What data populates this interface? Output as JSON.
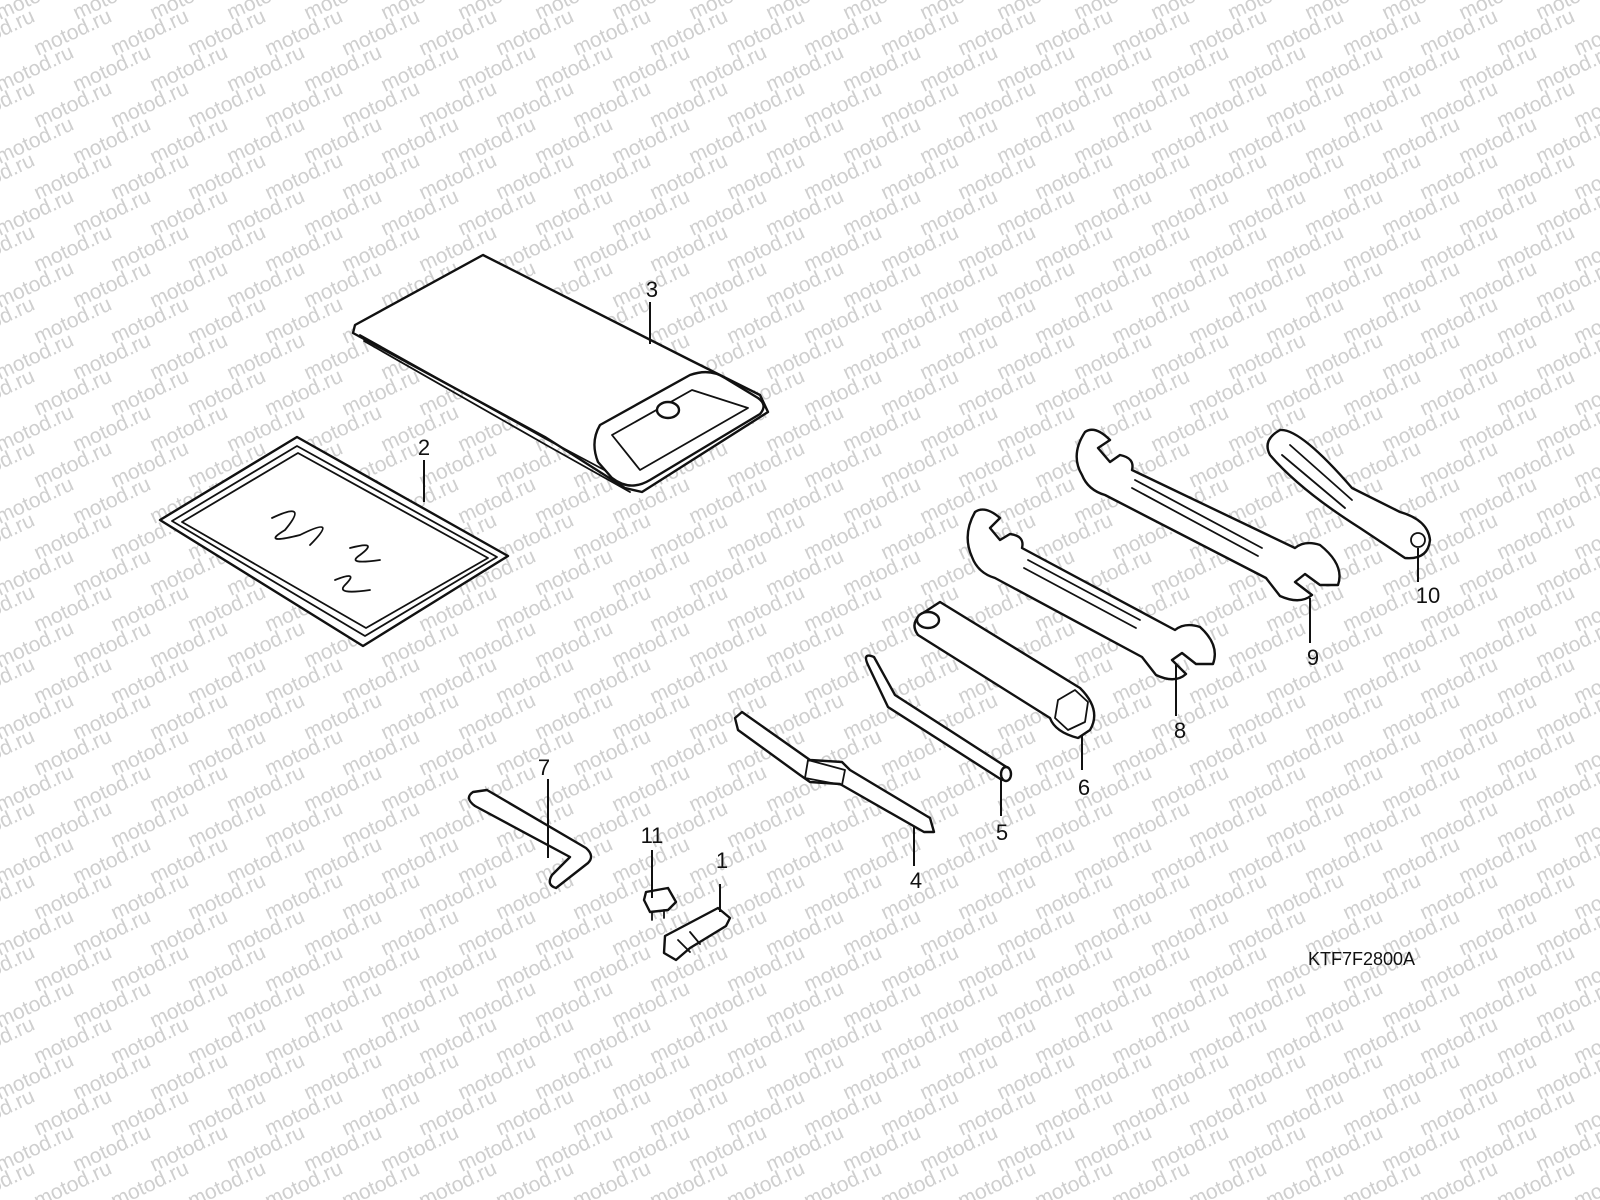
{
  "watermark": {
    "text": "motod.ru"
  },
  "diagram_code": "KTF7F2800A",
  "callouts": [
    {
      "id": "1",
      "label": "1"
    },
    {
      "id": "2",
      "label": "2"
    },
    {
      "id": "3",
      "label": "3"
    },
    {
      "id": "4",
      "label": "4"
    },
    {
      "id": "5",
      "label": "5"
    },
    {
      "id": "6",
      "label": "6"
    },
    {
      "id": "7",
      "label": "7"
    },
    {
      "id": "8",
      "label": "8"
    },
    {
      "id": "9",
      "label": "9"
    },
    {
      "id": "10",
      "label": "10"
    },
    {
      "id": "11",
      "label": "11"
    }
  ]
}
